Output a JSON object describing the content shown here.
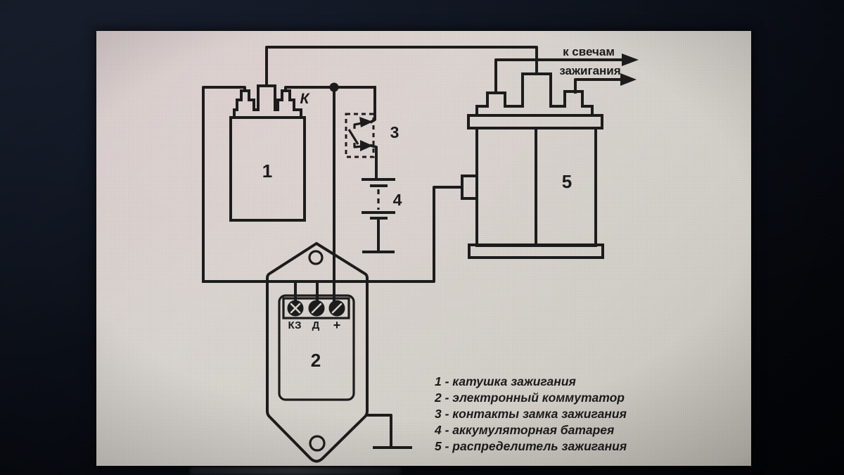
{
  "diagram": {
    "title_hint": "ignition system wiring schematic",
    "coil_terminal_label": "К",
    "to_plugs": {
      "line1": "к свечам",
      "line2": "зажигания"
    },
    "components": {
      "coil": "1",
      "commutator": "2",
      "ignition_switch_contacts": "3",
      "battery": "4",
      "distributor": "5"
    },
    "commutator_terminals": [
      "КЗ",
      "Д",
      "+"
    ],
    "legend": [
      "1 - катушка зажигания",
      "2 - электронный коммутатор",
      "3 - контакты замка зажигания",
      "4 - аккумуляторная батарея",
      "5 - распределитель зажигания"
    ],
    "colors": {
      "line": "#1c1c1c",
      "panel": "#d6d1cc",
      "surround": "#0b0f18"
    }
  }
}
